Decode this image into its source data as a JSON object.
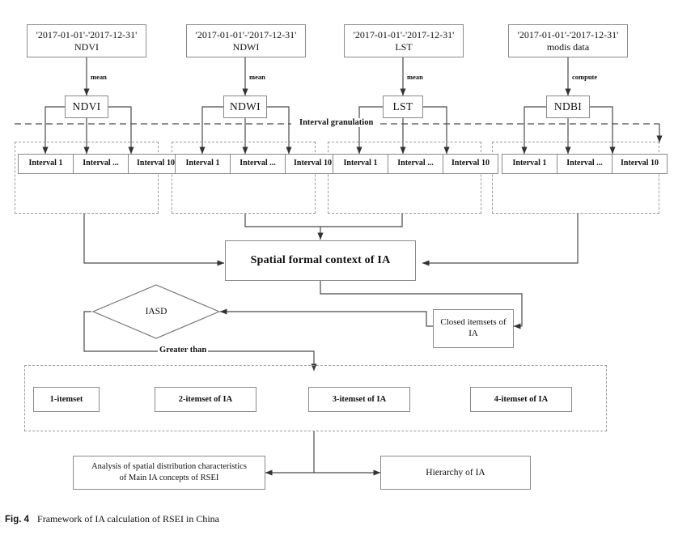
{
  "figure": {
    "number": "Fig. 4",
    "caption": "Framework of IA calculation of RSEI in China",
    "title": "Framework of IA calculation of RSEI in China",
    "type": "flowchart-diagram"
  },
  "colors": {
    "node_border": "#8a8a8a",
    "dashed_border": "#9a9a9a",
    "line": "#4a4a4a",
    "text": "#111111",
    "background": "#ffffff"
  },
  "sources": [
    {
      "id": "src-ndvi",
      "label": "'2017-01-01'-'2017-12-31' NDVI"
    },
    {
      "id": "src-ndwi",
      "label": "'2017-01-01'-'2017-12-31' NDWI"
    },
    {
      "id": "src-lst",
      "label": "'2017-01-01'-'2017-12-31' LST"
    },
    {
      "id": "src-modis",
      "label": "'2017-01-01'-'2017-12-31' modis data"
    }
  ],
  "operations": [
    {
      "id": "op-ndvi",
      "label": "mean"
    },
    {
      "id": "op-ndwi",
      "label": "mean"
    },
    {
      "id": "op-lst",
      "label": "mean"
    },
    {
      "id": "op-modis",
      "label": "compute"
    }
  ],
  "indices": [
    {
      "id": "idx-ndvi",
      "label": "NDVI"
    },
    {
      "id": "idx-ndwi",
      "label": "NDWI"
    },
    {
      "id": "idx-lst",
      "label": "LST"
    },
    {
      "id": "idx-ndbi",
      "label": "NDBI"
    }
  ],
  "granulation": {
    "label": "Interval granulation",
    "interval_cells": [
      "Interval 1",
      "Interval ...",
      "Interval 10"
    ],
    "groups": [
      {
        "id": "grp-ndvi",
        "index": "NDVI"
      },
      {
        "id": "grp-ndwi",
        "index": "NDWI"
      },
      {
        "id": "grp-lst",
        "index": "LST"
      },
      {
        "id": "grp-ndbi",
        "index": "NDBI"
      }
    ]
  },
  "context": {
    "label": "Spatial formal context of IA"
  },
  "decision": {
    "label": "IASD",
    "branch_label": "Greater than"
  },
  "closed": {
    "label": "Closed itemsets of IA"
  },
  "itemsets": [
    {
      "id": "itemset-1",
      "label": "1-itemset"
    },
    {
      "id": "itemset-2",
      "label": "2-itemset of IA"
    },
    {
      "id": "itemset-3",
      "label": "3-itemset of IA"
    },
    {
      "id": "itemset-4",
      "label": "4-itemset of IA"
    }
  ],
  "outputs": [
    {
      "id": "out-analysis",
      "label": "Analysis of spatial distribution characteristics of Main IA concepts of RSEI",
      "line1": "Analysis of spatial distribution characteristics",
      "line2": "of Main IA concepts of RSEI"
    },
    {
      "id": "out-hierarchy",
      "label": "Hierarchy of IA"
    }
  ]
}
